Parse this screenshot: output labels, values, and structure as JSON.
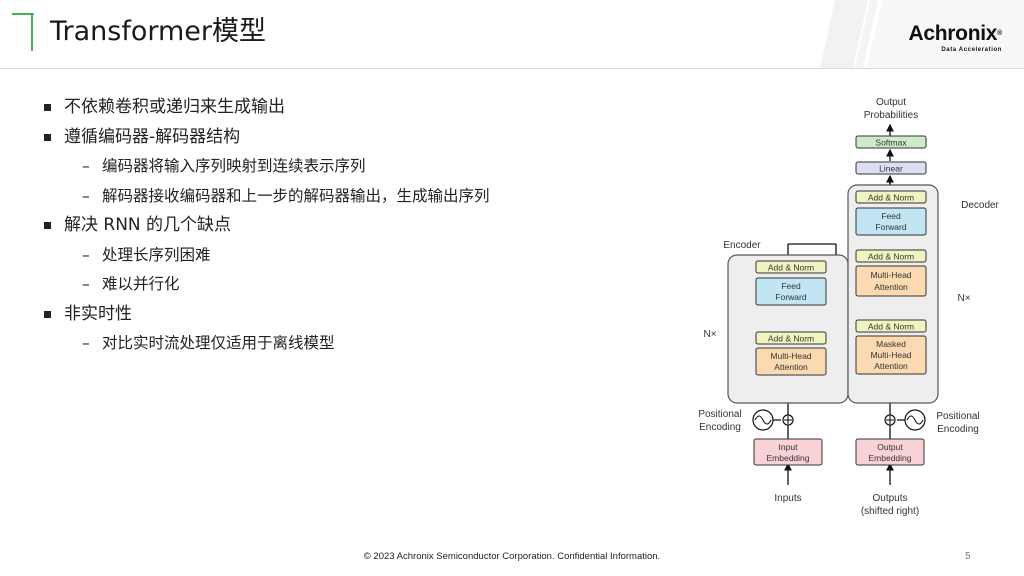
{
  "header": {
    "title": "Transformer模型"
  },
  "logo": {
    "name": "Achronix",
    "tagline": "Data Acceleration"
  },
  "bullets": [
    {
      "text": "不依赖卷积或递归来生成输出",
      "sub": []
    },
    {
      "text": "遵循编码器-解码器结构",
      "sub": [
        "编码器将输入序列映射到连续表示序列",
        "解码器接收编码器和上一步的解码器输出，生成输出序列"
      ]
    },
    {
      "text": "解决 RNN 的几个缺点",
      "sub": [
        "处理长序列困难",
        "难以并行化"
      ]
    },
    {
      "text": "非实时性",
      "sub": [
        "对比实时流处理仅适用于离线模型"
      ]
    }
  ],
  "diagram": {
    "output_probabilities": [
      "Output",
      "Probabilities"
    ],
    "softmax": "Softmax",
    "linear": "Linear",
    "decoder_label": "Decoder",
    "encoder_label": "Encoder",
    "add_norm": "Add & Norm",
    "feed_forward": [
      "Feed",
      "Forward"
    ],
    "multi_head_attention": [
      "Multi-Head",
      "Attention"
    ],
    "masked_attention": [
      "Masked",
      "Multi-Head",
      "Attention"
    ],
    "nx": "N×",
    "positional_encoding": [
      "Positional",
      "Encoding"
    ],
    "input_embedding": [
      "Input",
      "Embedding"
    ],
    "output_embedding": [
      "Output",
      "Embedding"
    ],
    "inputs": "Inputs",
    "outputs": [
      "Outputs",
      "(shifted right)"
    ]
  },
  "footer": {
    "text": "© 2023 Achronix Semiconductor Corporation. Confidential Information.",
    "page": "5"
  }
}
